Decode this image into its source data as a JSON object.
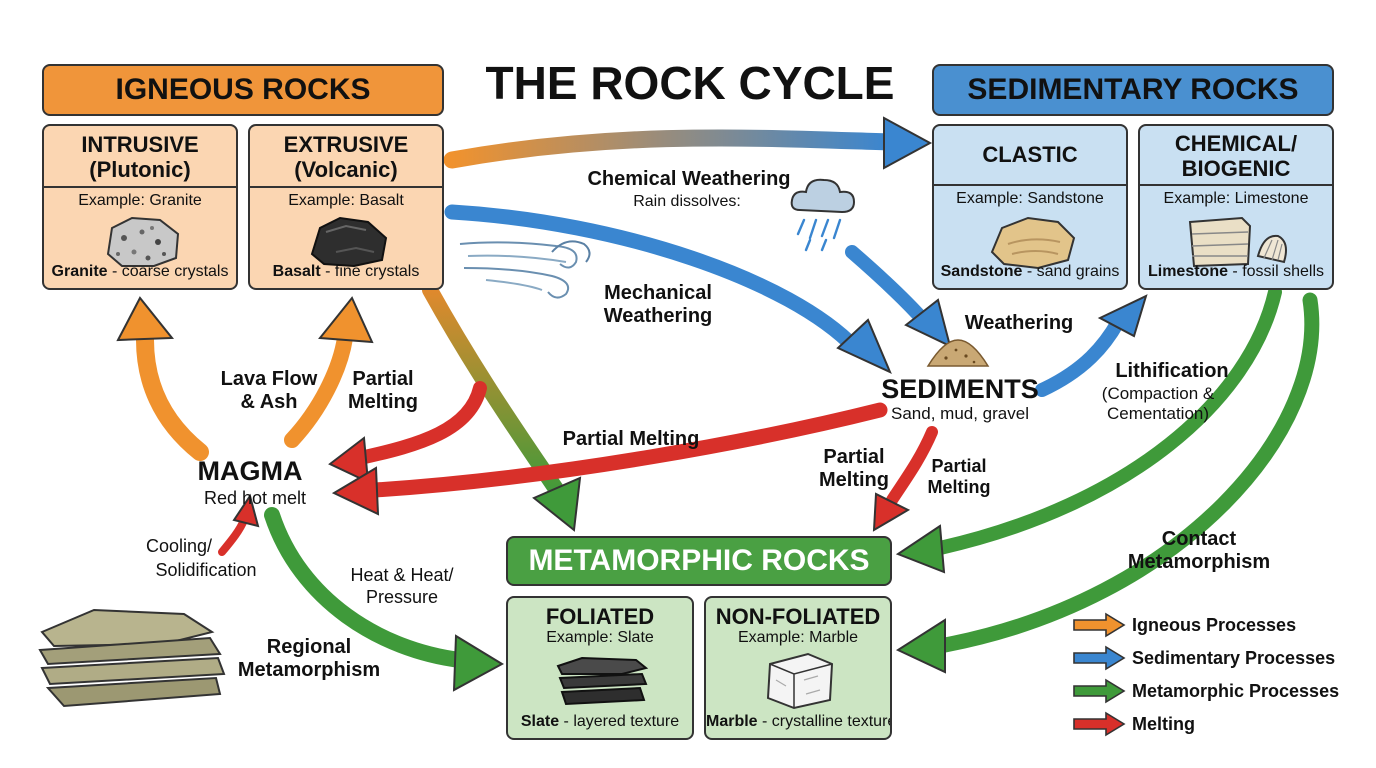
{
  "title": "THE ROCK CYCLE",
  "igneous": {
    "header": "IGNEOUS ROCKS",
    "intrusive": {
      "title_line1": "INTRUSIVE",
      "title_line2": "(Plutonic)",
      "example": "Example: Granite",
      "caption_bold": "Granite",
      "caption_rest": " - coarse crystals"
    },
    "extrusive": {
      "title_line1": "EXTRUSIVE",
      "title_line2": "(Volcanic)",
      "example": "Example: Basalt",
      "caption_bold": "Basalt",
      "caption_rest": " - fine crystals"
    }
  },
  "sedimentary": {
    "header": "SEDIMENTARY ROCKS",
    "clastic": {
      "title_line1": "CLASTIC",
      "example": "Example: Sandstone",
      "caption_bold": "Sandstone",
      "caption_rest": " - sand grains"
    },
    "chemical": {
      "title_line1": "CHEMICAL/",
      "title_line2": "BIOGENIC",
      "example": "Example: Limestone",
      "caption_bold": "Limestone",
      "caption_rest": " - fossil shells"
    }
  },
  "metamorphic": {
    "header": "METAMORPHIC ROCKS",
    "foliated": {
      "title_line1": "FOLIATED",
      "example": "Example: Slate",
      "caption_bold": "Slate",
      "caption_rest": " - layered texture"
    },
    "nonfoliated": {
      "title_line1": "NON-FOLIATED",
      "example": "Example: Marble",
      "caption_bold": "Marble",
      "caption_rest": " - crystalline texture"
    }
  },
  "magma": {
    "title": "MAGMA",
    "subtitle": "Red hot melt"
  },
  "sediments": {
    "title": "SEDIMENTS",
    "subtitle": "Sand, mud, gravel"
  },
  "labels": {
    "chemical_weathering": "Chemical Weathering",
    "rain_dissolves": "Rain dissolves:",
    "mechanical_weathering_1": "Mechanical",
    "mechanical_weathering_2": "Weathering",
    "weathering": "Weathering",
    "lava_flow_1": "Lava Flow",
    "lava_flow_2": "& Ash",
    "partial_melting_a1": "Partial",
    "partial_melting_a2": "Melting",
    "partial_melting_long": "Partial Melting",
    "partial_melting_b1": "Partial",
    "partial_melting_b2": "Melting",
    "partial_melting_c1": "Partial",
    "partial_melting_c2": "Melting",
    "lithification": "Lithification",
    "compaction_1": "(Compaction &",
    "compaction_2": "Cementation)",
    "cooling_1": "Cooling/",
    "cooling_2": "Solidification",
    "heat_1": "Heat & Heat/",
    "heat_2": "Pressure",
    "regional_1": "Regional",
    "regional_2": "Metamorphism",
    "contact_1": "Contact",
    "contact_2": "Metamorphism"
  },
  "legend": [
    {
      "label": "Igneous Processes",
      "color": "#f0922e"
    },
    {
      "label": "Sedimentary Processes",
      "color": "#3a86d0"
    },
    {
      "label": "Metamorphic Processes",
      "color": "#3f9a3a"
    },
    {
      "label": "Melting",
      "color": "#d8302a"
    }
  ],
  "colors": {
    "igneous_header": "#f0953a",
    "igneous_card": "#fbd6b2",
    "sedimentary_header": "#4a90d0",
    "sedimentary_card": "#c9e0f2",
    "metamorphic_header": "#4aa043",
    "metamorphic_card": "#cce5c3"
  }
}
